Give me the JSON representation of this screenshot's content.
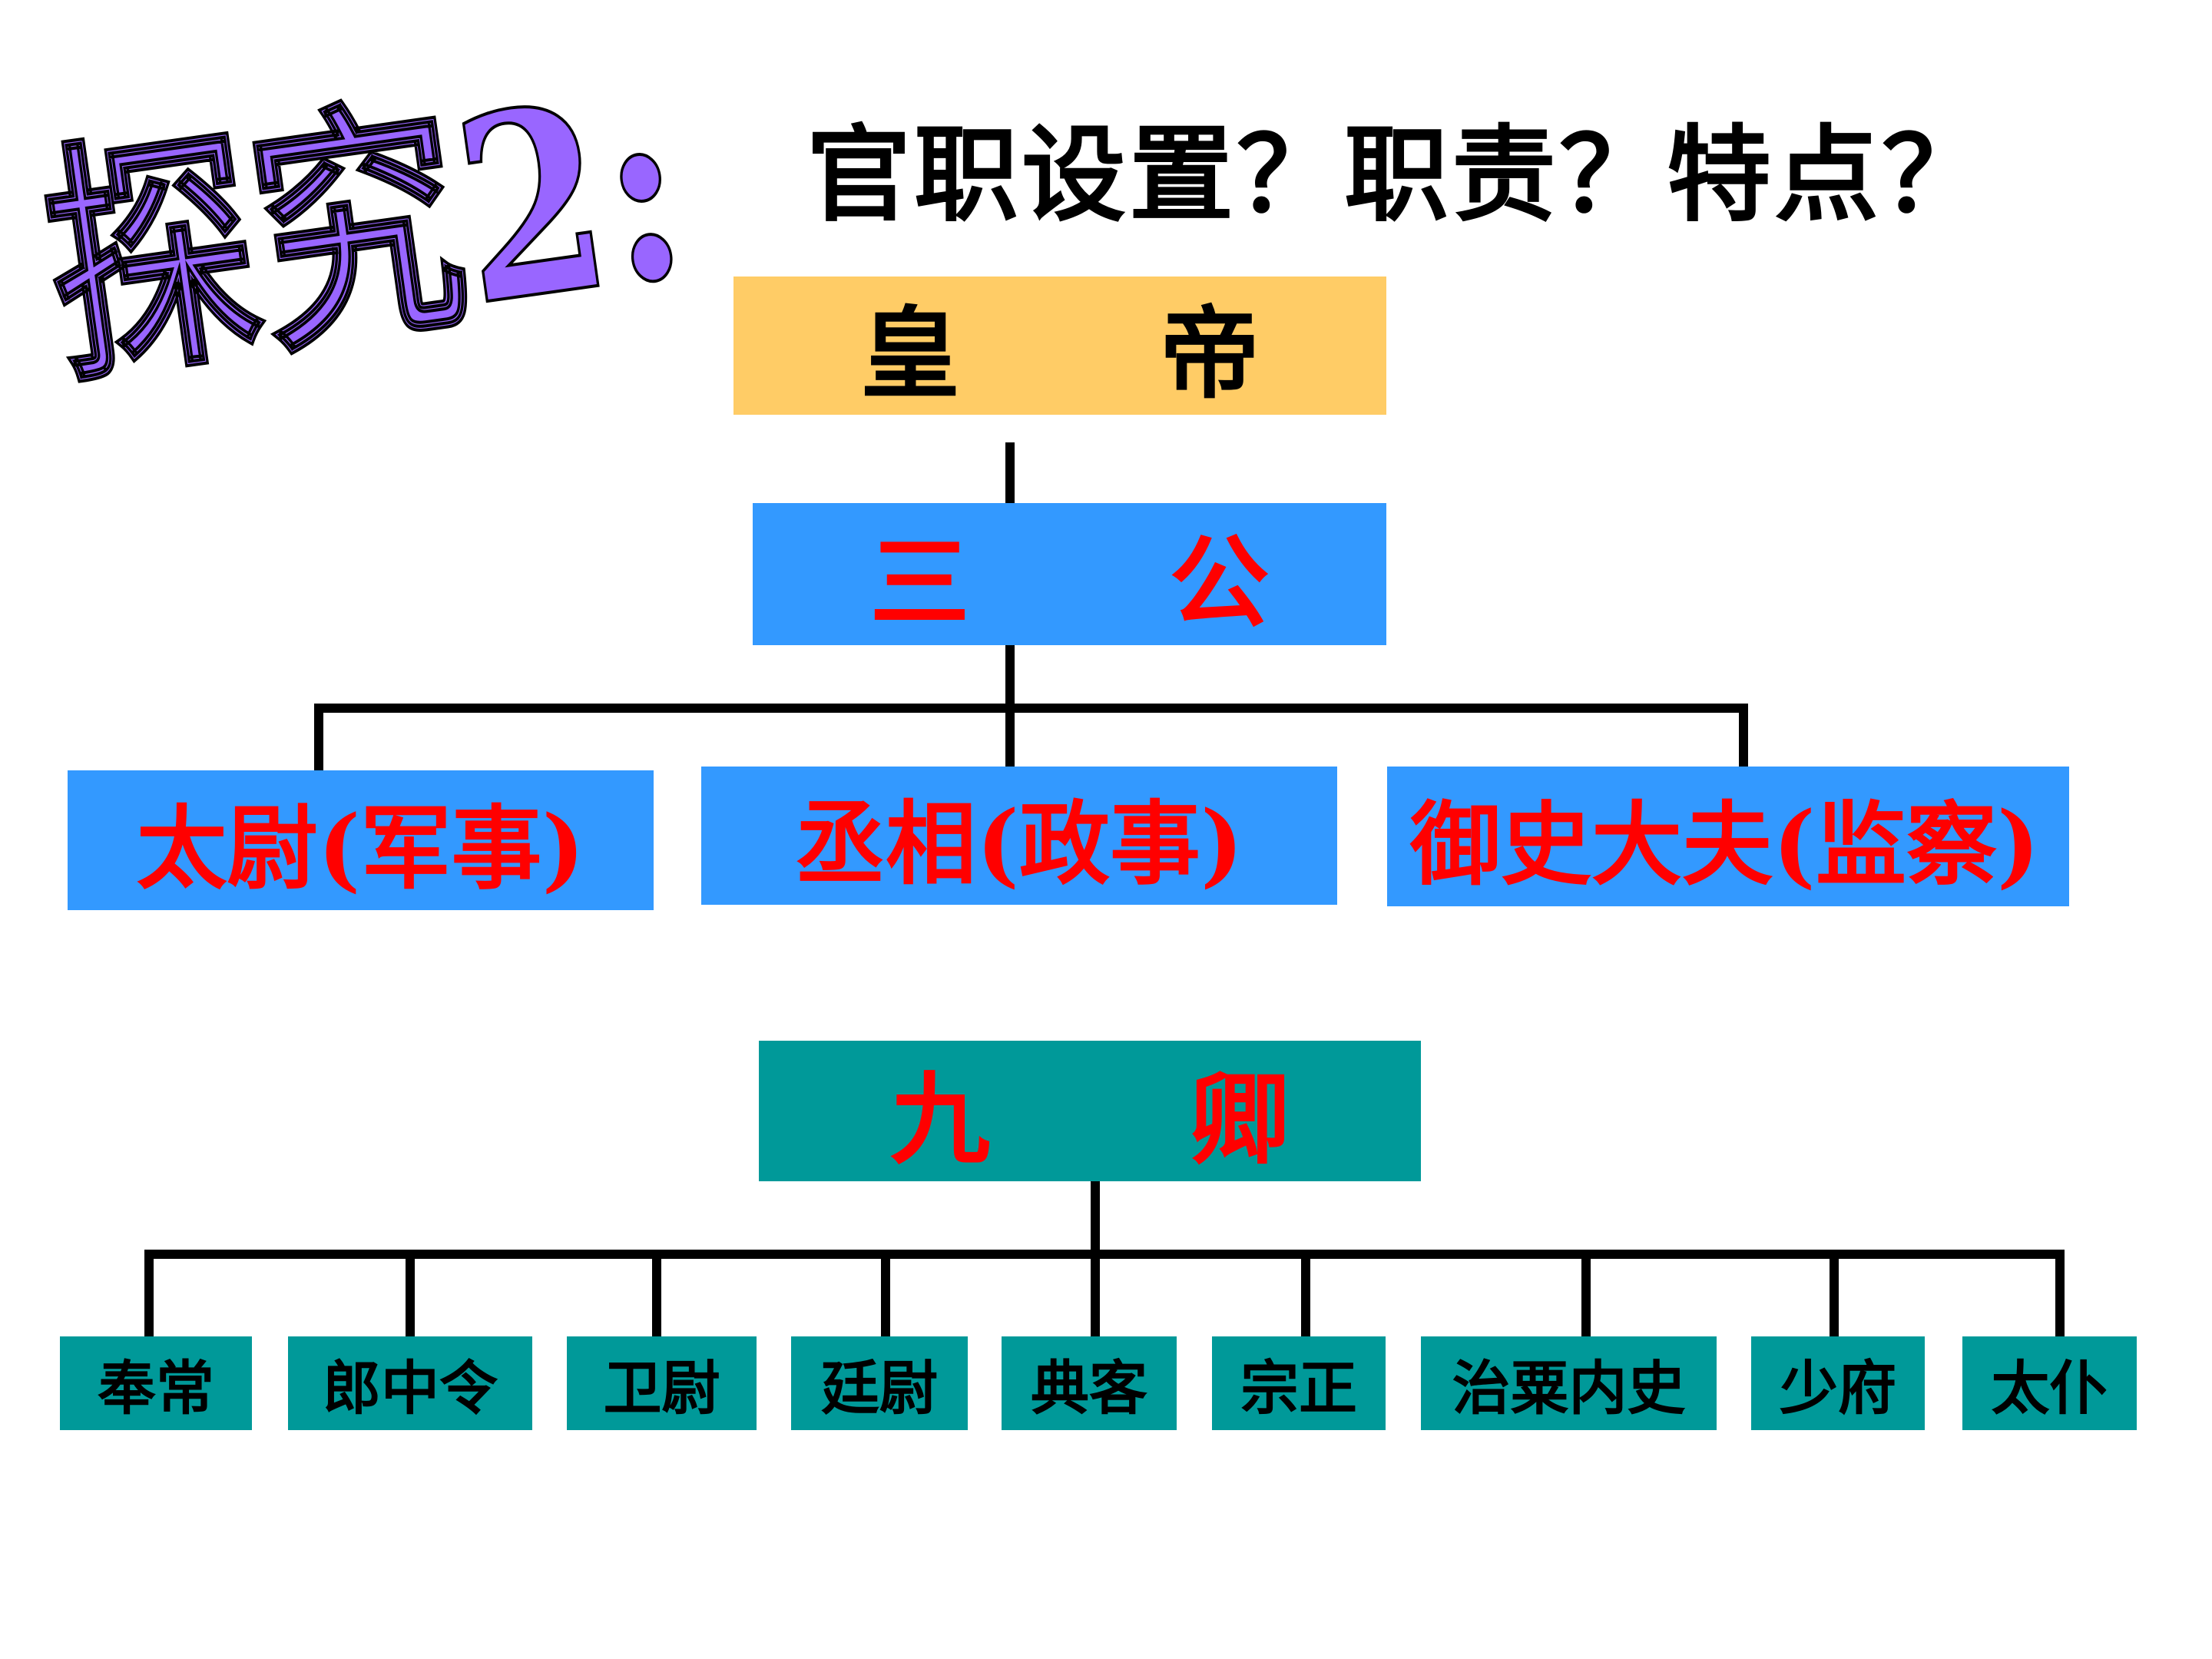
{
  "title": {
    "label": "探究2:",
    "fill": "#9966FF",
    "stroke": "#000000"
  },
  "question": "官职设置？职责？特点？",
  "emperor": {
    "left": "皇",
    "right": "帝",
    "color": "#FFCC66"
  },
  "sangong": {
    "left": "三",
    "right": "公",
    "color": "#3399FF"
  },
  "officials": [
    {
      "label": "太尉(军事)"
    },
    {
      "label": "丞相(政事)"
    },
    {
      "label": "御史大夫(监察)"
    }
  ],
  "jiuqing": {
    "left": "九",
    "right": "卿",
    "color": "#009999"
  },
  "ministers": [
    {
      "label": "奉常"
    },
    {
      "label": "郎中令"
    },
    {
      "label": "卫尉"
    },
    {
      "label": "廷尉"
    },
    {
      "label": "典客"
    },
    {
      "label": "宗正"
    },
    {
      "label": "治粟内史"
    },
    {
      "label": "少府"
    },
    {
      "label": "太仆"
    }
  ],
  "colors": {
    "box_text_red": "#FF0000",
    "connector": "#000000"
  }
}
